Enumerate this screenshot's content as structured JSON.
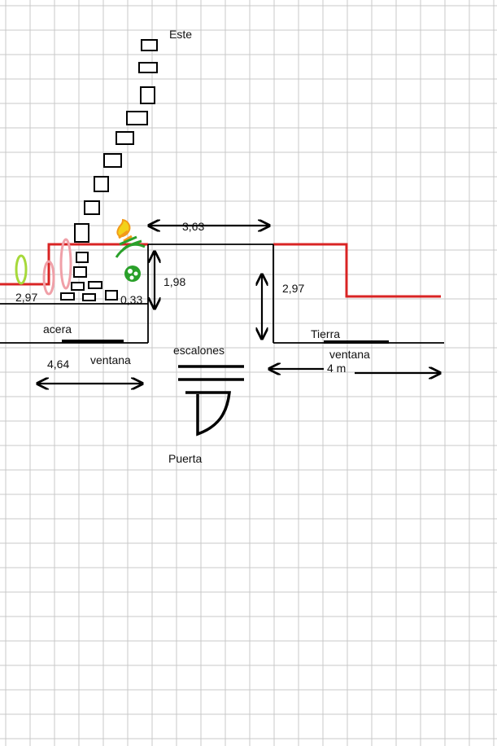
{
  "labels": {
    "este": "Este",
    "dim_363": "3,63",
    "dim_198": "1,98",
    "dim_297_left": "2,97",
    "dim_297_right": "2,97",
    "dim_033": "0,33",
    "dim_464": "4,64",
    "dim_4m": "4 m",
    "acera": "acera",
    "tierra": "Tierra",
    "ventana_left": "ventana",
    "ventana_right": "ventana",
    "escalones": "escalones",
    "puerta": "Puerta"
  },
  "colors": {
    "grid": "#c8c8c8",
    "ink": "#000000",
    "red": "#d92424",
    "pink": "#f0a0a8",
    "lime": "#a6d93a",
    "yellow": "#f2d21a",
    "orange": "#f29a1a",
    "green": "#2aa02a"
  }
}
